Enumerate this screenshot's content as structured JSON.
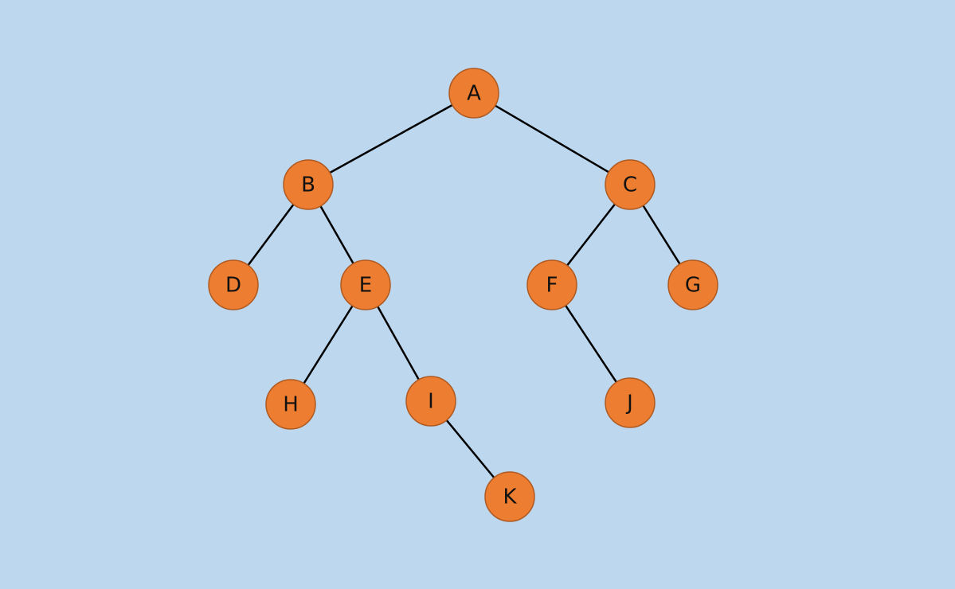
{
  "colors": {
    "background": "#bdd7ee",
    "node_fill": "#ed7d31",
    "node_stroke": "#ae5a21",
    "edge": "#000000",
    "text": "#111111"
  },
  "tree": {
    "nodes": [
      {
        "id": "A",
        "label": "A"
      },
      {
        "id": "B",
        "label": "B"
      },
      {
        "id": "C",
        "label": "C"
      },
      {
        "id": "D",
        "label": "D"
      },
      {
        "id": "E",
        "label": "E"
      },
      {
        "id": "F",
        "label": "F"
      },
      {
        "id": "G",
        "label": "G"
      },
      {
        "id": "H",
        "label": "H"
      },
      {
        "id": "I",
        "label": "I"
      },
      {
        "id": "J",
        "label": "J"
      },
      {
        "id": "K",
        "label": "K"
      }
    ],
    "edges": [
      {
        "from": "A",
        "to": "B"
      },
      {
        "from": "A",
        "to": "C"
      },
      {
        "from": "B",
        "to": "D"
      },
      {
        "from": "B",
        "to": "E"
      },
      {
        "from": "C",
        "to": "F"
      },
      {
        "from": "C",
        "to": "G"
      },
      {
        "from": "E",
        "to": "H"
      },
      {
        "from": "E",
        "to": "I"
      },
      {
        "from": "F",
        "to": "J"
      },
      {
        "from": "I",
        "to": "K"
      }
    ]
  }
}
